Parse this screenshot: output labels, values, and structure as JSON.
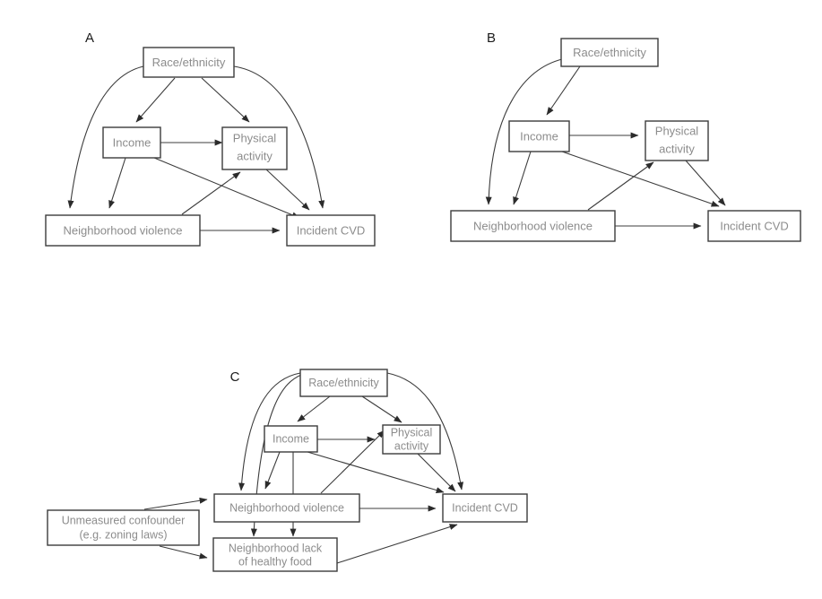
{
  "figure": {
    "type": "causal-dag-figure",
    "background_color": "#ffffff",
    "box_stroke_color": "#3c3c3c",
    "box_fill_color": "#ffffff",
    "node_text_color": "#8c8c8c",
    "panel_label_color": "#1a1a1a",
    "edge_color": "#3c3c3c",
    "panels": [
      {
        "id": "A",
        "label": "A",
        "nodes": [
          {
            "id": "race",
            "label": "Race/ethnicity",
            "lines": [
              "Race/ethnicity"
            ]
          },
          {
            "id": "income",
            "label": "Income",
            "lines": [
              "Income"
            ]
          },
          {
            "id": "pa",
            "label": "Physical activity",
            "lines": [
              "Physical",
              "activity"
            ]
          },
          {
            "id": "violence",
            "label": "Neighborhood violence",
            "lines": [
              "Neighborhood violence"
            ]
          },
          {
            "id": "cvd",
            "label": "Incident CVD",
            "lines": [
              "Incident CVD"
            ]
          }
        ],
        "edges": [
          {
            "from": "race",
            "to": "violence",
            "style": "curved"
          },
          {
            "from": "race",
            "to": "income",
            "style": "straight"
          },
          {
            "from": "race",
            "to": "pa",
            "style": "straight"
          },
          {
            "from": "race",
            "to": "cvd",
            "style": "curved"
          },
          {
            "from": "income",
            "to": "pa",
            "style": "straight"
          },
          {
            "from": "income",
            "to": "violence",
            "style": "straight"
          },
          {
            "from": "income",
            "to": "cvd",
            "style": "straight"
          },
          {
            "from": "violence",
            "to": "pa",
            "style": "straight"
          },
          {
            "from": "violence",
            "to": "cvd",
            "style": "straight"
          },
          {
            "from": "pa",
            "to": "cvd",
            "style": "straight"
          }
        ]
      },
      {
        "id": "B",
        "label": "B",
        "nodes": [
          {
            "id": "race",
            "label": "Race/ethnicity",
            "lines": [
              "Race/ethnicity"
            ]
          },
          {
            "id": "income",
            "label": "Income",
            "lines": [
              "Income"
            ]
          },
          {
            "id": "pa",
            "label": "Physical activity",
            "lines": [
              "Physical",
              "activity"
            ]
          },
          {
            "id": "violence",
            "label": "Neighborhood violence",
            "lines": [
              "Neighborhood violence"
            ]
          },
          {
            "id": "cvd",
            "label": "Incident CVD",
            "lines": [
              "Incident CVD"
            ]
          }
        ],
        "edges": [
          {
            "from": "race",
            "to": "violence",
            "style": "curved"
          },
          {
            "from": "race",
            "to": "income",
            "style": "straight"
          },
          {
            "from": "income",
            "to": "pa",
            "style": "straight"
          },
          {
            "from": "income",
            "to": "violence",
            "style": "straight"
          },
          {
            "from": "income",
            "to": "cvd",
            "style": "straight"
          },
          {
            "from": "violence",
            "to": "pa",
            "style": "straight"
          },
          {
            "from": "violence",
            "to": "cvd",
            "style": "straight"
          },
          {
            "from": "pa",
            "to": "cvd",
            "style": "straight"
          }
        ]
      },
      {
        "id": "C",
        "label": "C",
        "nodes": [
          {
            "id": "race",
            "label": "Race/ethnicity",
            "lines": [
              "Race/ethnicity"
            ]
          },
          {
            "id": "income",
            "label": "Income",
            "lines": [
              "Income"
            ]
          },
          {
            "id": "pa",
            "label": "Physical activity",
            "lines": [
              "Physical",
              "activity"
            ]
          },
          {
            "id": "violence",
            "label": "Neighborhood violence",
            "lines": [
              "Neighborhood violence"
            ]
          },
          {
            "id": "cvd",
            "label": "Incident CVD",
            "lines": [
              "Incident CVD"
            ]
          },
          {
            "id": "confounder",
            "label": "Unmeasured confounder (e.g. zoning laws)",
            "lines": [
              "Unmeasured confounder",
              "(e.g. zoning laws)"
            ]
          },
          {
            "id": "food",
            "label": "Neighborhood lack of healthy food",
            "lines": [
              "Neighborhood lack",
              "of healthy food"
            ]
          }
        ],
        "edges": [
          {
            "from": "race",
            "to": "violence",
            "style": "curved"
          },
          {
            "from": "race",
            "to": "food",
            "style": "curved"
          },
          {
            "from": "race",
            "to": "income",
            "style": "straight"
          },
          {
            "from": "race",
            "to": "pa",
            "style": "straight"
          },
          {
            "from": "race",
            "to": "cvd",
            "style": "curved"
          },
          {
            "from": "income",
            "to": "pa",
            "style": "straight"
          },
          {
            "from": "income",
            "to": "violence",
            "style": "straight"
          },
          {
            "from": "income",
            "to": "food",
            "style": "straight"
          },
          {
            "from": "income",
            "to": "cvd",
            "style": "straight"
          },
          {
            "from": "violence",
            "to": "pa",
            "style": "straight"
          },
          {
            "from": "violence",
            "to": "cvd",
            "style": "straight"
          },
          {
            "from": "pa",
            "to": "cvd",
            "style": "straight"
          },
          {
            "from": "confounder",
            "to": "violence",
            "style": "straight"
          },
          {
            "from": "confounder",
            "to": "food",
            "style": "straight"
          },
          {
            "from": "food",
            "to": "cvd",
            "style": "straight"
          }
        ]
      }
    ]
  }
}
